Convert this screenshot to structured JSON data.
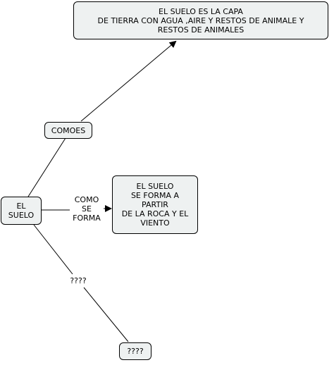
{
  "nodes": {
    "top_concept": "EL SUELO ES LA CAPA\nDE  TIERRA CON AGUA ,AIRE Y  RESTOS    DE ANIMALE Y\nRESTOS DE  ANIMALES",
    "comoes": "COMOES",
    "el_suelo": "EL\nSUELO",
    "forma_concept": "EL SUELO\nSE FORMA A\nPARTIR\nDE LA ROCA Y EL\nVIENTO",
    "bottom_question": "????"
  },
  "links": {
    "como_se_forma": "COMO\nSE\nFORMA",
    "question_label": "????"
  },
  "colors": {
    "node_fill": "#eef1f1",
    "stroke": "#000000"
  }
}
